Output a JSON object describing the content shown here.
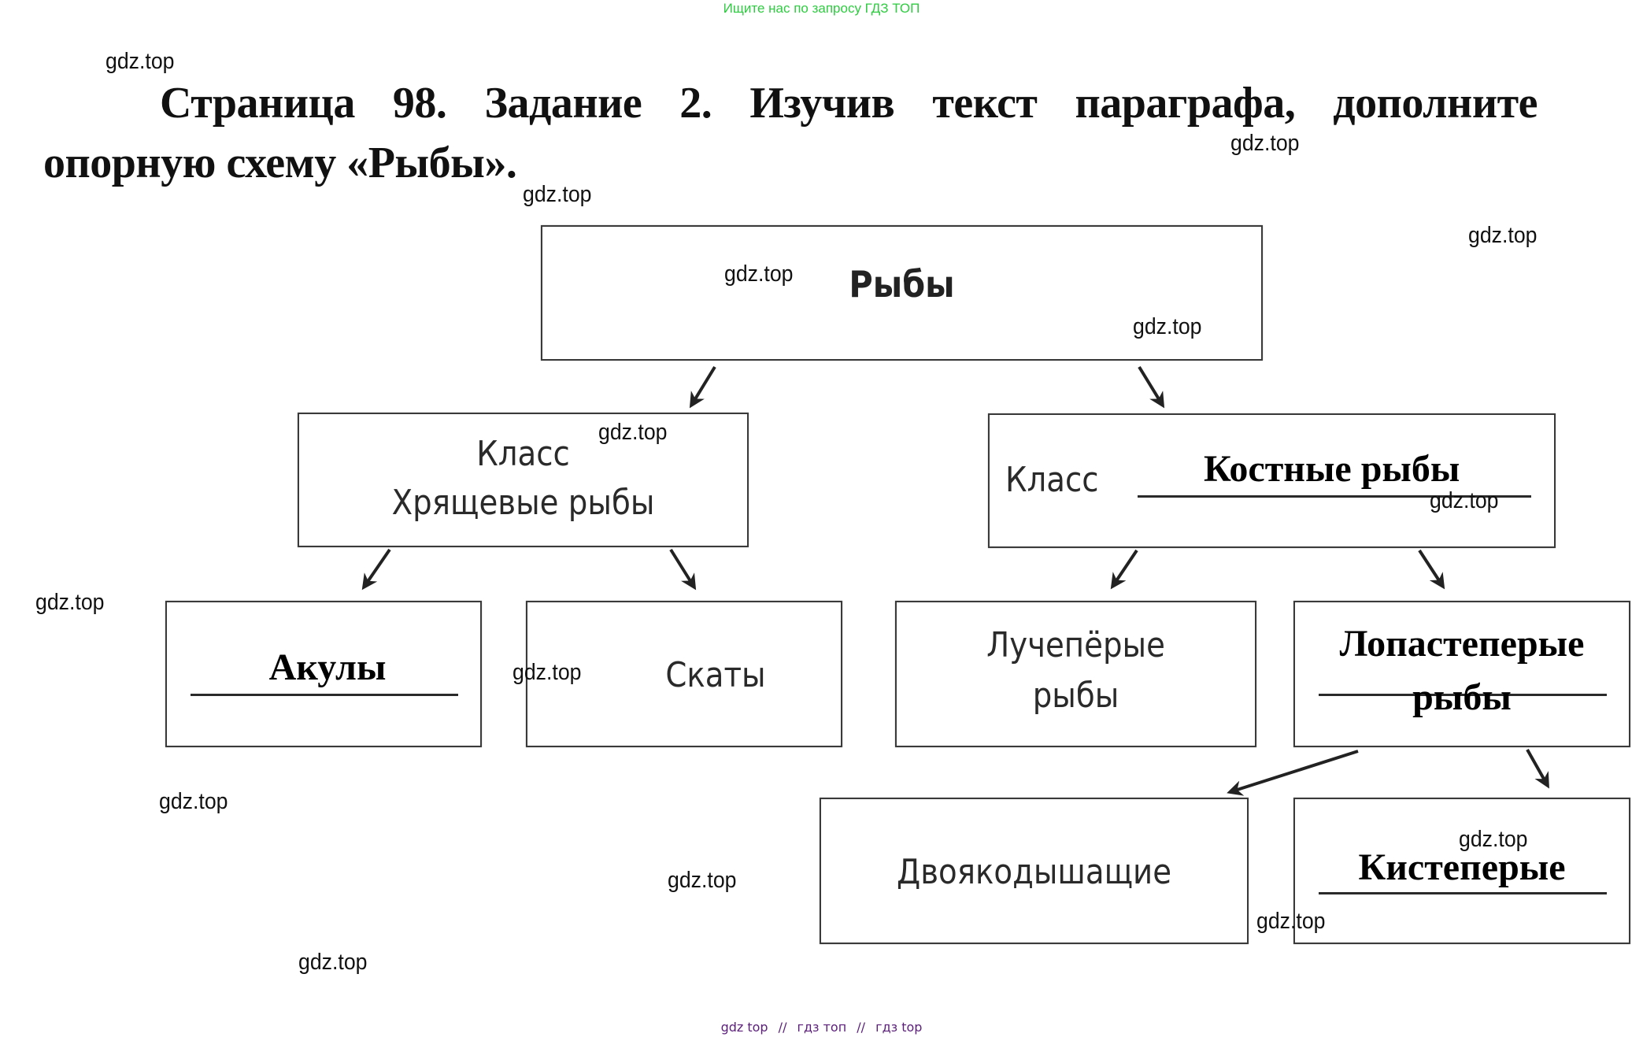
{
  "banner": "Ищите нас по запросу ГДЗ ТОП",
  "title": {
    "line1_words": [
      "Страница",
      "98.",
      "Задание",
      "2.",
      "Изучив",
      "текст",
      "параграфа,",
      "дополните"
    ],
    "line2": "опорную схему «Рыбы»."
  },
  "diagram": {
    "root": "Рыбы",
    "class_left": {
      "prefix": "Класс",
      "name": "Хрящевые рыбы"
    },
    "class_right": {
      "prefix": "Класс",
      "answer": "Костные рыбы"
    },
    "leaves": {
      "sharks": "Акулы",
      "rays": "Скаты",
      "ray_finned_line1": "Лучепёрые",
      "ray_finned_line2": "рыбы",
      "lobe_finned_line1": "Лопастеперые",
      "lobe_finned_line2": "рыбы",
      "lungfish": "Двоякодышащие",
      "coelacanths": "Кистеперые"
    }
  },
  "watermark": "gdz.top",
  "footer": {
    "links": [
      "gdz top",
      "гдз топ",
      "гдз top"
    ],
    "separator": "//"
  },
  "colors": {
    "banner": "#2ecc40",
    "footer": "#5b1f7a",
    "line": "#2a2a2a"
  }
}
